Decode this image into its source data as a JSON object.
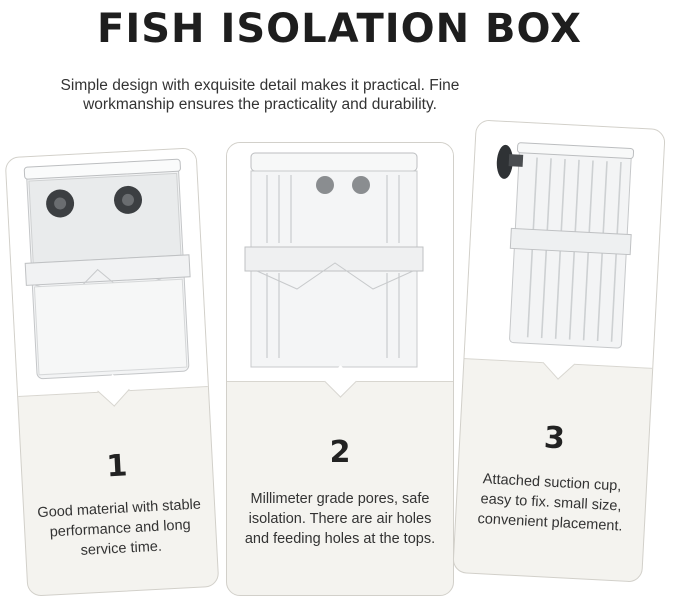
{
  "header": {
    "title": "FISH ISOLATION BOX",
    "subtitle": "Simple design with exquisite detail makes it practical. Fine workmanship ensures the practicality and durability."
  },
  "cards": [
    {
      "number": "1",
      "description": "Good material with stable performance and long service time."
    },
    {
      "number": "2",
      "description": "Millimeter grade pores, safe isolation. There are air holes and feeding holes at the tops."
    },
    {
      "number": "3",
      "description": "Attached suction cup, easy to fix. small size, convenient placement."
    }
  ],
  "colors": {
    "card_background": "#f4f3ef",
    "card_border": "#d2d0ca",
    "title_text": "#1e1e1e"
  }
}
